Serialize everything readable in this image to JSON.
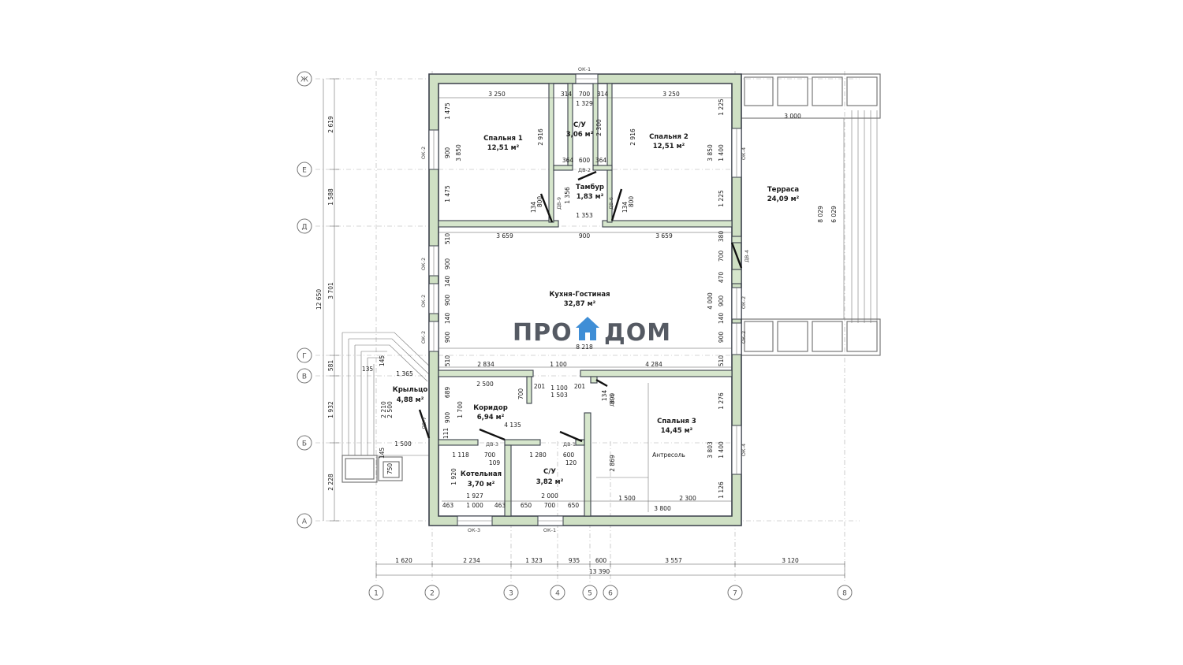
{
  "logo": {
    "left": "ПРО",
    "right": "ДОМ"
  },
  "rooms": {
    "bed1": {
      "name": "Спальня 1",
      "area": "12,51 м²"
    },
    "bath1": {
      "name": "С/У",
      "area": "3,06 м²"
    },
    "bed2": {
      "name": "Спальня 2",
      "area": "12,51 м²"
    },
    "vestibule": {
      "name": "Тамбур",
      "area": "1,83 м²"
    },
    "terrace": {
      "name": "Терраса",
      "area": "24,09 м²"
    },
    "living": {
      "name": "Кухня-Гостиная",
      "area": "32,87 м²"
    },
    "porch": {
      "name": "Крыльцо",
      "area": "4,88 м²"
    },
    "corridor": {
      "name": "Коридор",
      "area": "6,94 м²"
    },
    "bed3": {
      "name": "Спальня 3",
      "area": "14,45 м²"
    },
    "boiler": {
      "name": "Котельная",
      "area": "3,70 м²"
    },
    "bath2": {
      "name": "С/У",
      "area": "3,82 м²"
    },
    "mezzanine": "Антресоль"
  },
  "tags": {
    "ok1_top": "ОК-1",
    "ok1_bottom": "ОК-1",
    "ok3": "ОК-3",
    "ok2_a": "ОК-2",
    "ok2_b": "ОК-2",
    "ok2_c": "ОК-2",
    "ok2_d": "ОК-2",
    "ok2_e": "ОК-2",
    "ok2_f": "ОК-2",
    "ok4_a": "ОК-4",
    "ok4_b": "ОК-4",
    "dv1": "ДВ-1",
    "dv2": "ДВ-2",
    "dv3": "ДВ-3",
    "dv4": "ДВ-4",
    "dv5": "ДВ-5",
    "dv6": "ДВ-6",
    "dv7": "ДВ-7",
    "dv9": "ДВ-9"
  },
  "axes_rows": [
    "Ж",
    "Е",
    "Д",
    "Г",
    "В",
    "Б",
    "А"
  ],
  "axes_cols": [
    "1",
    "2",
    "3",
    "4",
    "5",
    "6",
    "7",
    "8"
  ],
  "dims_left": [
    "2 619",
    "1 588",
    "3 701",
    "12 650",
    "581",
    "1 932",
    "2 228"
  ],
  "dims_bottom": [
    "1 620",
    "2 234",
    "1 323",
    "935",
    "600",
    "3 557",
    "3 120"
  ],
  "dim_total": "13 390",
  "dims": {
    "d01": "3 250",
    "d02": "314",
    "d03": "700",
    "d04": "314",
    "d05": "1 329",
    "d06": "3 250",
    "d07": "1 475",
    "d08": "900",
    "d09": "1 475",
    "d10": "3 850",
    "d11": "2 916",
    "d12": "2 300",
    "d13": "2 916",
    "d14": "1 225",
    "d15": "1 400",
    "d16": "1 225",
    "d17": "3 850",
    "d18": "364",
    "d19": "600",
    "d20": "364",
    "d21": "1 356",
    "d22": "134",
    "d23": "800",
    "d24": "134",
    "d25": "800",
    "d26": "1 353",
    "d27": "3 000",
    "d28": "8 029",
    "d29": "6 029",
    "d30": "510",
    "d31": "3 659",
    "d32": "900",
    "d33": "3 659",
    "d34": "380",
    "d35": "900",
    "d36": "140",
    "d37": "900",
    "d38": "140",
    "d39": "900",
    "d40": "700",
    "d41": "470",
    "d42": "4 000",
    "d43": "900",
    "d44": "140",
    "d45": "900",
    "d46": "8 218",
    "d47": "510",
    "d48": "2 834",
    "d49": "1 100",
    "d50": "4 284",
    "d51": "510",
    "d52": "135",
    "d53": "145",
    "d54": "1 365",
    "d55": "2 500",
    "d56": "700",
    "d57": "201",
    "d58": "1 100",
    "d59": "201",
    "d60": "1 503",
    "d61": "689",
    "d62": "1 700",
    "d63": "900",
    "d64": "2 210",
    "d65": "2 500",
    "d66": "4 135",
    "d67": "111",
    "d68": "134",
    "d69": "800",
    "d70": "1 276",
    "d71": "1 500",
    "d72": "145",
    "d73": "750",
    "d74": "1 118",
    "d75": "700",
    "d76": "109",
    "d77": "1 280",
    "d78": "600",
    "d79": "120",
    "d80": "1 920",
    "d81": "2 869",
    "d82": "3 803",
    "d83": "1 400",
    "d84": "1 126",
    "d85": "1 927",
    "d86": "2 000",
    "d87": "463",
    "d88": "1 000",
    "d89": "463",
    "d90": "650",
    "d91": "700",
    "d92": "650",
    "d93": "1 500",
    "d94": "2 300",
    "d95": "3 800"
  },
  "colors": {
    "wall_fill": "#cfe0c4",
    "wall_stroke": "#3a3f4a",
    "logo_blue": "#3f8ed6",
    "logo_gray": "#555a63"
  }
}
